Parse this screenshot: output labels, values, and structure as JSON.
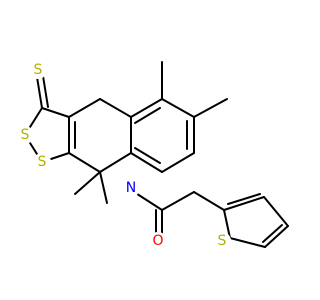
{
  "colors": {
    "bond": "#000000",
    "carbon": "#000000",
    "nitrogen": "#0000ff",
    "oxygen": "#ff0000",
    "sulfur": "#b2b200"
  },
  "atoms": {
    "s_thione": {
      "label": "S",
      "element": "sulfur"
    },
    "s_ring_upper": {
      "label": "S",
      "element": "sulfur"
    },
    "s_ring_lower": {
      "label": "S",
      "element": "sulfur"
    },
    "n_amide": {
      "label": "N",
      "element": "nitrogen"
    },
    "o_carbonyl": {
      "label": "O",
      "element": "oxygen"
    },
    "s_thiophene": {
      "label": "S",
      "element": "sulfur"
    }
  }
}
